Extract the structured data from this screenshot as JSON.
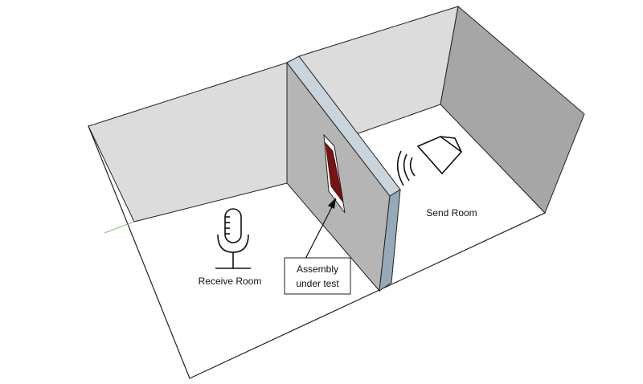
{
  "labels": {
    "receive_room": "Receive Room",
    "send_room": "Send Room",
    "assembly_line1": "Assembly",
    "assembly_line2": "under test"
  },
  "icons": {
    "microphone": "microphone-icon",
    "speaker": "speaker-icon"
  },
  "colors": {
    "back_wall": "#dcdcdc",
    "side_wall": "#a6a6a6",
    "partition_face": "#b5b5b5",
    "partition_edge": "#95a9b8",
    "assembly": "#7a1212",
    "floor": "#ffffff",
    "outline": "#222222"
  }
}
